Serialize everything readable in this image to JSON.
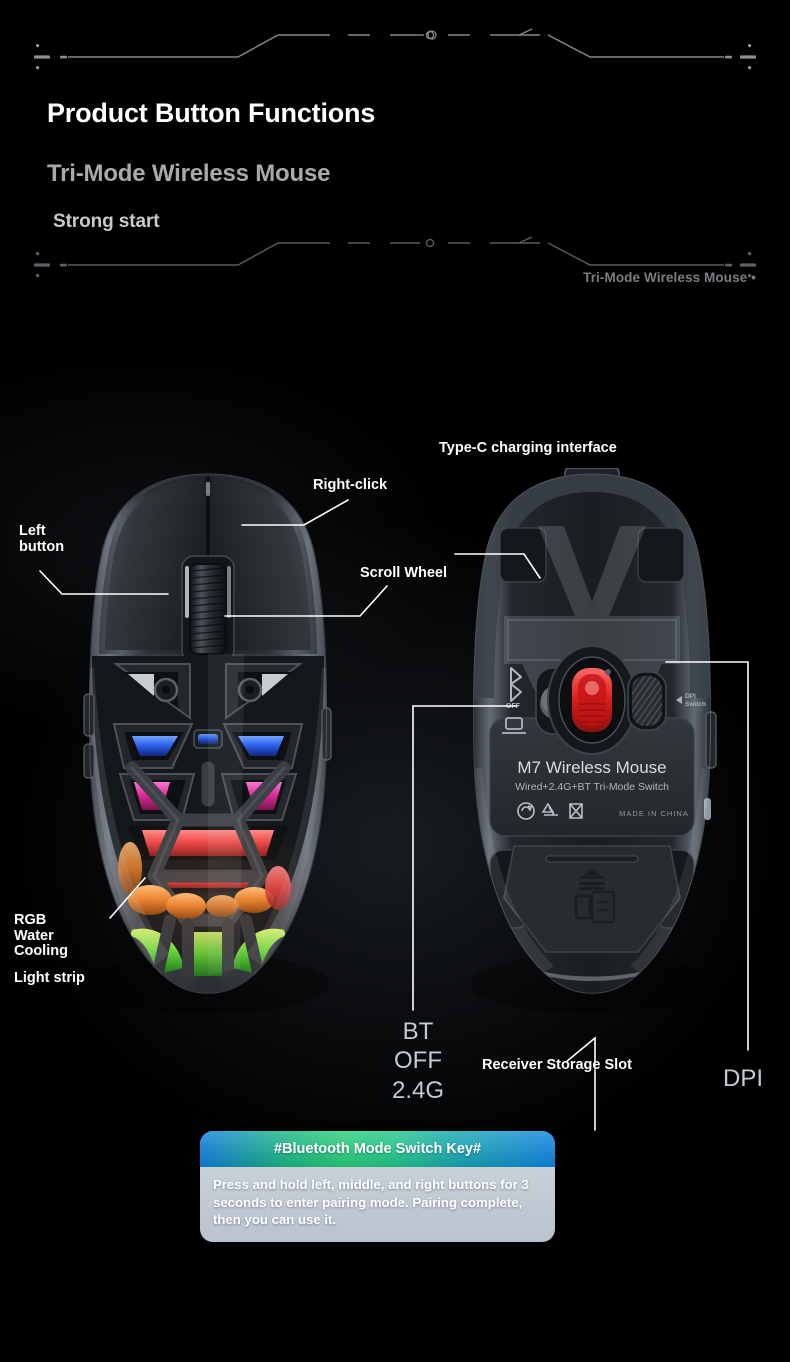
{
  "header": {
    "title": "Product Button Functions",
    "subtitle": "Tri-Mode Wireless Mouse",
    "tagline": "Strong start",
    "corner_note": "Tri-Mode Wireless Mouse •"
  },
  "labels": {
    "left_button": "Left\nbutton",
    "right_click": "Right-click",
    "scroll_wheel": "Scroll Wheel",
    "rgb_water_cooling": "RGB\nWater\nCooling",
    "light_strip": "Light strip",
    "type_c": "Type-C charging interface",
    "mode_switch": "BT\nOFF\n2.4G",
    "receiver_slot": "Receiver Storage Slot",
    "dpi": "DPI"
  },
  "product_plate": {
    "model": "M7 Wireless Mouse",
    "spec": "Wired+2.4G+BT Tri-Mode Switch",
    "origin": "MADE IN CHINA",
    "switch_marks": [
      "OFF"
    ],
    "dpi_mark": "DPI\nSwitch"
  },
  "note": {
    "heading": "#Bluetooth Mode Switch Key#",
    "body": "Press and hold left, middle, and right buttons for 3 seconds to enter pairing mode. Pairing complete, then you can use it."
  },
  "colors": {
    "accent_green": "#2ad07a",
    "accent_blue": "#0f7fe0",
    "label_white": "#ffffff",
    "label_muted": "#c3cbd4",
    "backdrop_top": "#050608",
    "backdrop_bottom": "#66727f",
    "rgb_red": "#ef4a4a",
    "rgb_magenta": "#d62a8e",
    "rgb_orange": "#e8802a",
    "rgb_green": "#63d63a",
    "rgb_blue": "#2a5ce8"
  }
}
